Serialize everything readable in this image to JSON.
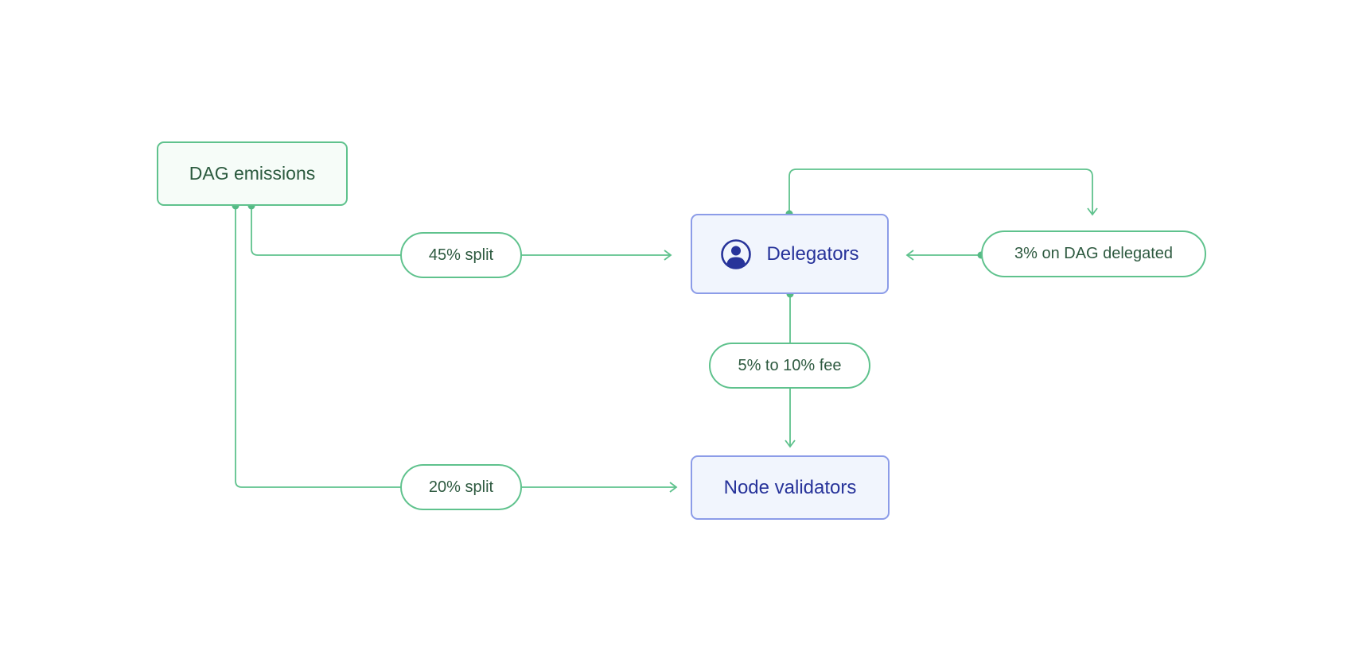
{
  "nodes": {
    "dag_emissions": "DAG emissions",
    "delegators": "Delegators",
    "node_validators": "Node validators"
  },
  "edge_labels": {
    "split_45": "45% split",
    "split_20": "20% split",
    "fee": "5% to 10% fee",
    "delegated": "3% on DAG delegated"
  },
  "icons": {
    "delegators_icon": "user-icon"
  },
  "colors": {
    "connector": "#5fc28d",
    "green_text": "#2b5a3e",
    "blue_border": "#8c9ce8",
    "blue_text": "#27339a"
  }
}
